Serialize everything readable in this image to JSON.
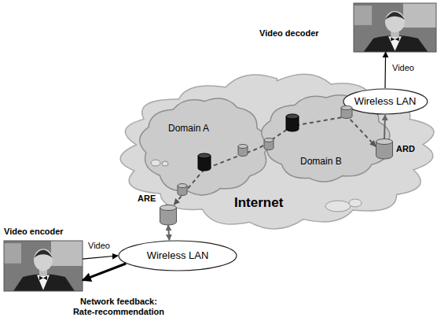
{
  "diagram": {
    "nodes": [
      {
        "text": [
          "Video encoder"
        ]
      },
      {
        "text": [
          "Wireless LAN"
        ]
      },
      {
        "text": [
          "ARE"
        ]
      },
      {
        "text": [
          "Internet"
        ]
      },
      {
        "text": [
          "Domain A"
        ],
        "in": 3
      },
      {
        "text": [
          "Domain B"
        ],
        "in": 3
      },
      {
        "text": [
          "ARD"
        ]
      },
      {
        "text": [
          "Wireless LAN"
        ]
      },
      {
        "text": [
          "Video decoder"
        ]
      }
    ],
    "edges": [
      {
        "from": 0,
        "to": 1,
        "label": "Video",
        "arrow": "to"
      },
      {
        "from": 1,
        "to": 0,
        "label": "Network feedback: Rate-recommendation",
        "arrow": "to"
      },
      {
        "from": 1,
        "to": 2,
        "arrow": "both"
      },
      {
        "from": 2,
        "to": 6,
        "arrow": "both"
      },
      {
        "from": 6,
        "to": 7,
        "arrow": "to"
      },
      {
        "from": 7,
        "to": 8,
        "label": "Video",
        "arrow": "to"
      }
    ]
  }
}
